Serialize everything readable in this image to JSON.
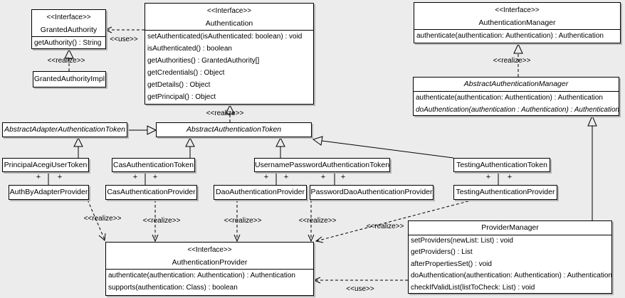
{
  "diagram": {
    "stereotype_interface": "<<Interface>>",
    "label_use": "<<use>>",
    "label_realize": "<<realize>>",
    "multiplicity_plus": "+"
  },
  "colors": {
    "background": "#ececec",
    "box_fill": "#ffffff",
    "border": "#000000",
    "shadow": "#b5b5b5"
  },
  "classes": {
    "granted_authority": {
      "name": "GrantedAuthority",
      "methods": [
        "getAuthority() : String"
      ]
    },
    "granted_authority_impl": {
      "name": "GrantedAuthorityImpl"
    },
    "authentication": {
      "name": "Authentication",
      "methods": [
        "setAuthenticated(isAuthenticated: boolean) : void",
        "isAuthenticated() : boolean",
        "getAuthorities() : GrantedAuthority[]",
        "getCredentials() : Object",
        "getDetails() : Object",
        "getPrincipal() : Object"
      ]
    },
    "authentication_manager": {
      "name": "AuthenticationManager",
      "methods": [
        "authenticate(authentication: Authentication) : Authentication"
      ]
    },
    "abstract_authentication_manager": {
      "name": "AbstractAuthenticationManager",
      "methods": [
        "authenticate(authentication: Authentication) : Authentication",
        "doAuthentication(authentication : Authentication) : Authentication"
      ]
    },
    "abstract_adapter_authentication_token": {
      "name": "AbstractAdapterAuthenticationToken"
    },
    "abstract_authentication_token": {
      "name": "AbstractAuthenticationToken"
    },
    "principal_acegi_user_token": {
      "name": "PrincipalAcegiUserToken"
    },
    "cas_authentication_token": {
      "name": "CasAuthenticationToken"
    },
    "username_password_authentication_token": {
      "name": "UsernamePasswordAuthenticationToken"
    },
    "testing_authentication_token": {
      "name": "TestingAuthenticationToken"
    },
    "auth_by_adapter_provider": {
      "name": "AuthByAdapterProvider"
    },
    "cas_authentication_provider": {
      "name": "CasAuthenticationProvider"
    },
    "dao_authentication_provider": {
      "name": "DaoAuthenticationProvider"
    },
    "password_dao_authentication_provider": {
      "name": "PasswordDaoAuthenticationProvider"
    },
    "testing_authentication_provider": {
      "name": "TestingAuthenticationProvider"
    },
    "authentication_provider": {
      "name": "AuthenticationProvider",
      "methods": [
        "authenticate(authentication: Authentication) : Authentication",
        "supports(authentication: Class) : boolean"
      ]
    },
    "provider_manager": {
      "name": "ProviderManager",
      "methods": [
        "setProviders(newList: List) : void",
        "getProviders() : List",
        "afterPropertiesSet() : void",
        "doAuthentication(authentication: Authentication) : Authentication",
        "checkIfValidList(listToCheck: List) : void"
      ]
    }
  }
}
